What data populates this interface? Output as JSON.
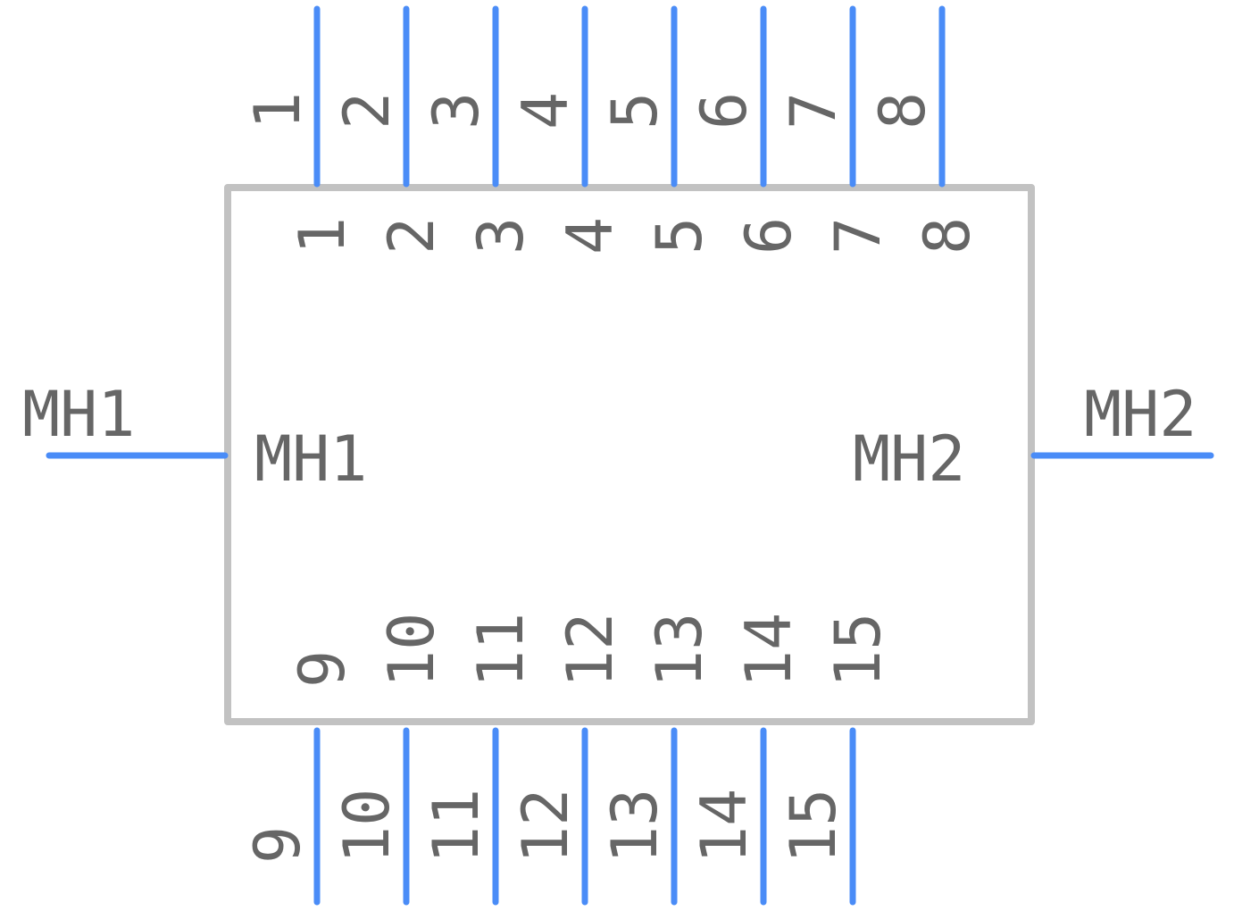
{
  "component": {
    "colors": {
      "pin": "#4a8cf7",
      "outline": "#c2c2c2",
      "text": "#666666",
      "background": "#ffffff"
    },
    "top_pins": [
      {
        "label": "1",
        "inner": "1"
      },
      {
        "label": "2",
        "inner": "2"
      },
      {
        "label": "3",
        "inner": "3"
      },
      {
        "label": "4",
        "inner": "4"
      },
      {
        "label": "5",
        "inner": "5"
      },
      {
        "label": "6",
        "inner": "6"
      },
      {
        "label": "7",
        "inner": "7"
      },
      {
        "label": "8",
        "inner": "8"
      }
    ],
    "bottom_pins": [
      {
        "label": "9",
        "inner": "9"
      },
      {
        "label": "10",
        "inner": "10"
      },
      {
        "label": "11",
        "inner": "11"
      },
      {
        "label": "12",
        "inner": "12"
      },
      {
        "label": "13",
        "inner": "13"
      },
      {
        "label": "14",
        "inner": "14"
      },
      {
        "label": "15",
        "inner": "15"
      }
    ],
    "left_pin": {
      "label": "MH1",
      "inner": "MH1"
    },
    "right_pin": {
      "label": "MH2",
      "inner": "MH2"
    }
  }
}
